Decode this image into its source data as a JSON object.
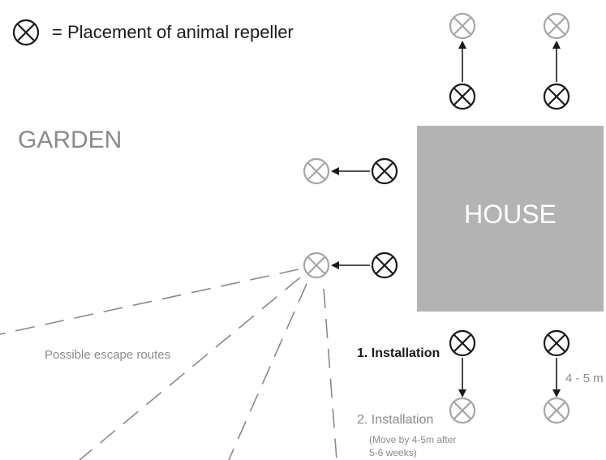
{
  "legend": {
    "symbol_icon": "circled-x-icon",
    "text": "= Placement of animal repeller"
  },
  "labels": {
    "garden": "GARDEN",
    "house": "HOUSE",
    "escape_routes": "Possible escape routes",
    "installation_1": "1. Installation",
    "installation_2": "2. Installation",
    "move_note_line1": "(Move by 4-5m after",
    "move_note_line2": "5-6 weeks)",
    "distance": "4 - 5 m"
  },
  "colors": {
    "house_fill": "#b3b3b3",
    "house_text": "#ffffff",
    "first_installation": "#1a1a1a",
    "second_installation": "#a6a6a6",
    "garden_text": "#8a8a8a",
    "escape_lines": "#8a8a8a",
    "text_dark": "#1a1a1a",
    "text_gray": "#8a8a8a"
  }
}
